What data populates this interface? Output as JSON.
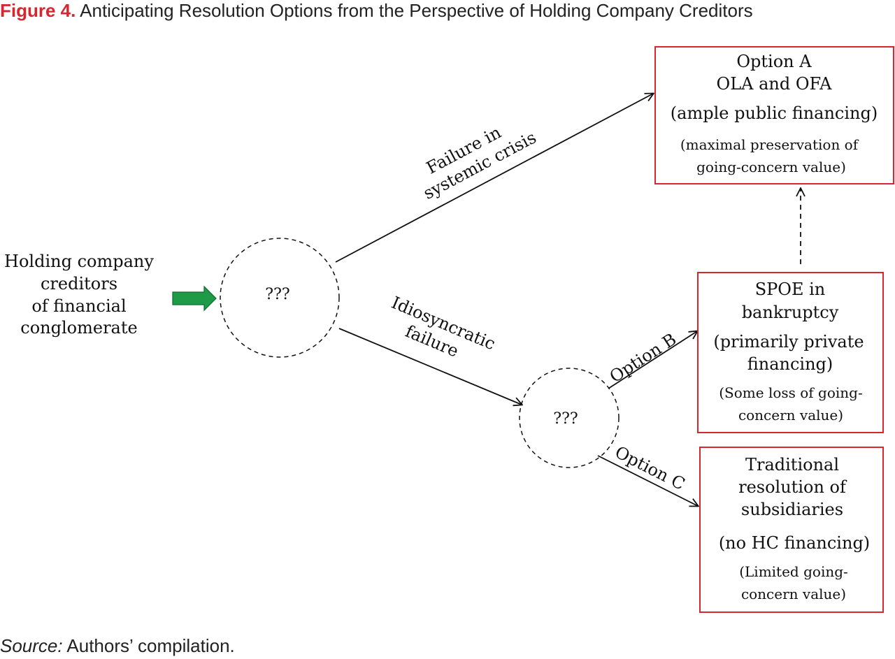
{
  "title": {
    "label": "Figure 4.",
    "text": "Anticipating Resolution Options from the Perspective of Holding Company Creditors"
  },
  "start_node": {
    "lines": [
      "Holding company",
      "creditors",
      "of financial",
      "conglomerate"
    ]
  },
  "decision_nodes": {
    "first": "???",
    "second": "???"
  },
  "edges": {
    "systemic": [
      "Failure in",
      "systemic crisis"
    ],
    "idiosyncratic": [
      "Idiosyncratic",
      "failure"
    ],
    "option_b": "Option B",
    "option_c": "Option C"
  },
  "outcomes": {
    "option_a": {
      "heading": [
        "Option A",
        "OLA and OFA"
      ],
      "financing": "(ample public financing)",
      "value": [
        "(maximal preservation of",
        "going-concern value)"
      ]
    },
    "option_b": {
      "heading": [
        "SPOE in",
        "bankruptcy"
      ],
      "financing": [
        "(primarily private",
        "financing)"
      ],
      "value": [
        "(Some loss of going-",
        "concern value)"
      ]
    },
    "option_c": {
      "heading": [
        "Traditional",
        "resolution of",
        "subsidiaries"
      ],
      "financing": "(no HC financing)",
      "value": [
        "(Limited going-",
        "concern value)"
      ]
    }
  },
  "source": {
    "label": "Source:",
    "text": "Authors’ compilation."
  },
  "colors": {
    "accent_red": "#d8262f",
    "start_arrow_green": "#1f9a46",
    "ink": "#111111"
  }
}
